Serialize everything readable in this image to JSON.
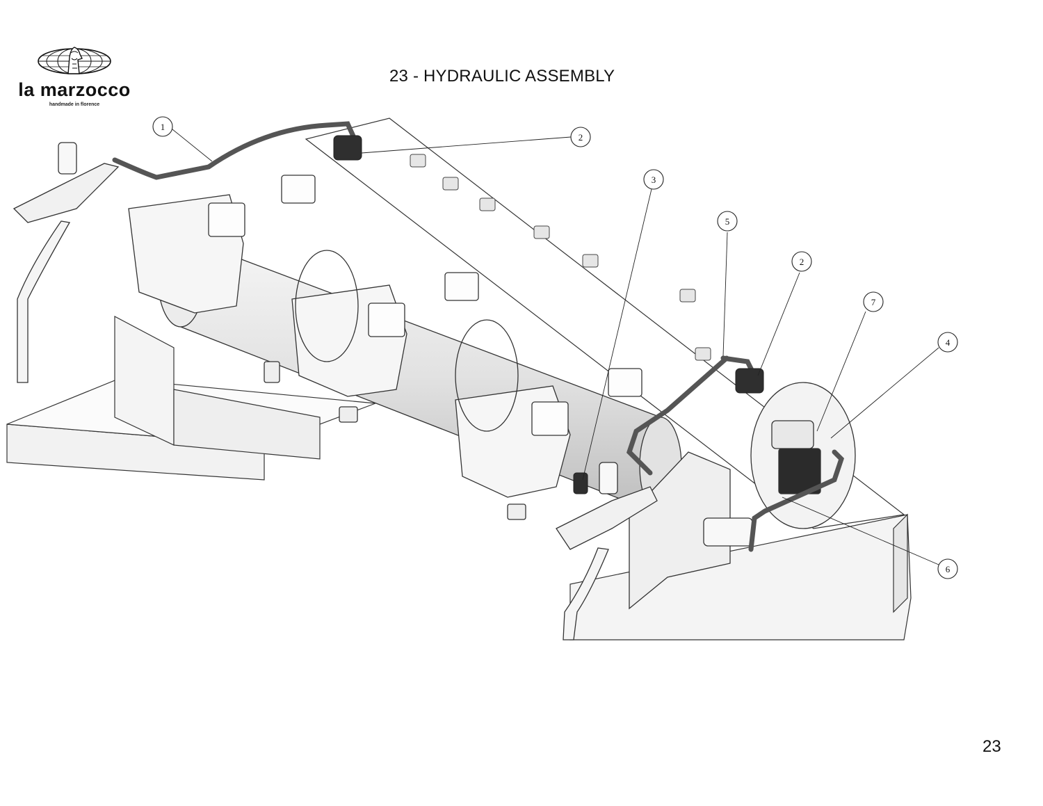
{
  "header": {
    "brand": "la marzocco",
    "tagline": "handmade in florence",
    "title": "23 - HYDRAULIC ASSEMBLY"
  },
  "callouts": [
    {
      "label": "1"
    },
    {
      "label": "2"
    },
    {
      "label": "3"
    },
    {
      "label": "5"
    },
    {
      "label": "2"
    },
    {
      "label": "7"
    },
    {
      "label": "4"
    },
    {
      "label": "6"
    }
  ],
  "footer": {
    "page_number": "23"
  }
}
